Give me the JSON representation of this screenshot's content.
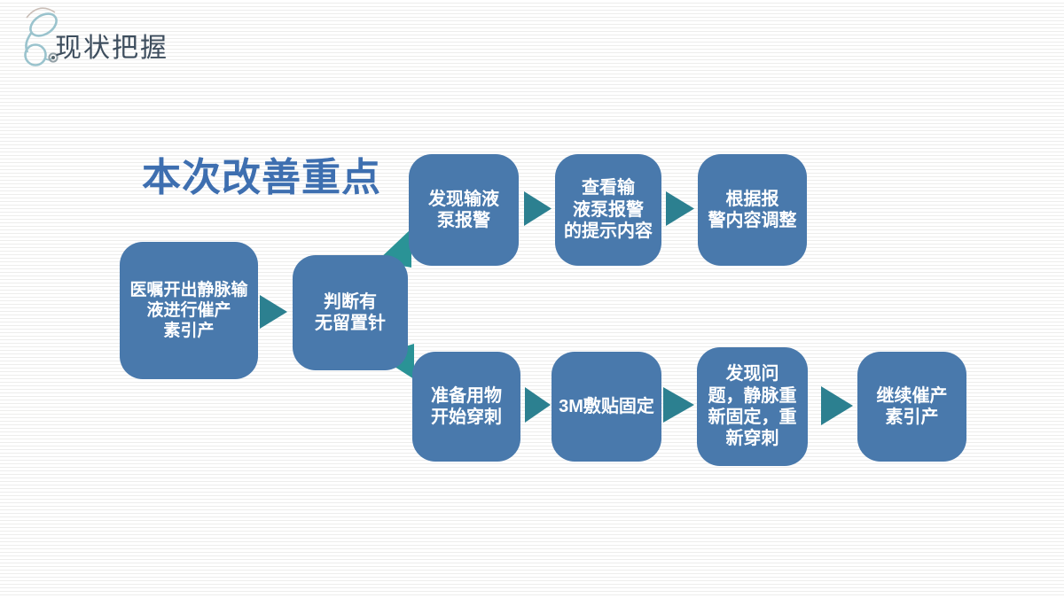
{
  "header": {
    "logo_icon": "stethoscope-icon",
    "title": "现状把握"
  },
  "main_title": "本次改善重点",
  "colors": {
    "box_blue": "#4979AC",
    "arrow_teal": "#2C8090",
    "connector_teal": "#2A9396",
    "title_blue": "#3E6FB0",
    "header_text": "#3E4E5E",
    "box_text": "#FFFFFF",
    "background_stripe": "#EDEDEC"
  },
  "flowchart": {
    "start": {
      "label": "医嘱开出静脉输\n液进行催产\n素引产",
      "full_text": "医嘱开出静脉输液进行催产素引产"
    },
    "decision": {
      "label": "判断有\n无留置针",
      "full_text": "判断有无留置针"
    },
    "upper_branch": [
      {
        "label": "发现输液\n泵报警",
        "full_text": "发现输液泵报警"
      },
      {
        "label": "查看输\n液泵报警\n的提示内容",
        "full_text": "查看输液泵报警的提示内容"
      },
      {
        "label": "根据报\n警内容调整",
        "full_text": "根据报警内容调整"
      }
    ],
    "lower_branch": [
      {
        "label": "准备用物\n开始穿刺",
        "full_text": "准备用物开始穿刺"
      },
      {
        "label": "3M敷贴固定",
        "full_text": "3M敷贴固定"
      },
      {
        "label": "发现问\n题，静脉重\n新固定，重\n新穿刺",
        "full_text": "发现问题，静脉重新固定，重新穿刺"
      },
      {
        "label": "继续催产\n素引产",
        "full_text": "继续催产素引产"
      }
    ]
  }
}
